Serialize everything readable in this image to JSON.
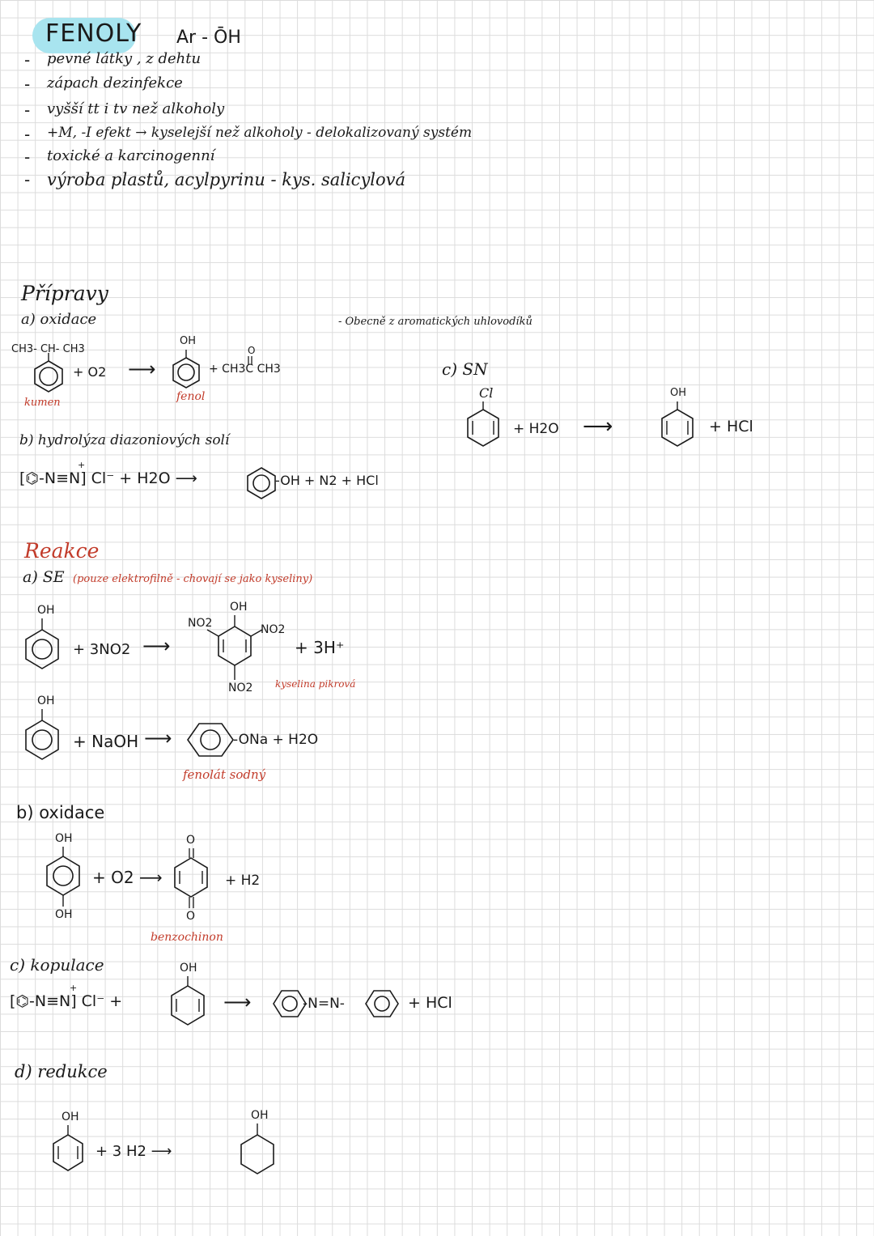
{
  "header": {
    "title": "FENOLY",
    "formula": "Ar - ŌH"
  },
  "notes": [
    "pevné látky ,  z dehtu",
    "zápach dezinfekce",
    "vyšší tt i tv než alkoholy",
    "+M, -I efekt → kyselejší než alkoholy - delokalizovaný systém",
    "toxické a karcinogenní",
    "výroba plastů, acylpyrinu - kys. salicylová"
  ],
  "pripravy": {
    "title": "Přípravy",
    "general_note": "- Obecně z aromatických uhlovodíků",
    "a": {
      "label": "a) oxidace",
      "cumene_chain": "CH3- CH- CH3",
      "plus_o2": "+ O2",
      "arrow": "⟶",
      "product_oh": "OH",
      "product_name": "fenol",
      "acetone_o": "O",
      "acetone": "+ CH3C CH3",
      "reactant_name": "kumen"
    },
    "b": {
      "label": "b) hydrolýza diazoniových solí",
      "reactant": "[⌬-N≡N] Cl⁻  + H2O ⟶",
      "product": "-OH + N2 + HCl",
      "plus_charge": "+"
    },
    "c": {
      "label": "c) SN",
      "cl": "Cl",
      "plus_water": "+  H2O",
      "arrow": "⟶",
      "oh": "OH",
      "hcl": "+ HCl"
    }
  },
  "reakce": {
    "title": "Reakce",
    "se": {
      "label": "a) SE",
      "note": "(pouze elektrofilně - chovají se jako kyseliny)",
      "oh1": "OH",
      "plus_no2": "+ 3NO2",
      "arrow": "⟶",
      "p_oh": "OH",
      "p_no2_left": "NO2",
      "p_no2_right": "NO2",
      "p_no2_bottom": "NO2",
      "p_h": "+ 3H⁺",
      "p_name": "kyselina pikrová",
      "oh2": "OH",
      "plus_naoh": "+ NaOH",
      "arrow2": "⟶",
      "ona": "-ONa  + H2O",
      "ona_name": "fenolát sodný"
    },
    "ox": {
      "label": "b) oxidace",
      "oh_top": "OH",
      "oh_bottom": "OH",
      "plus_o2": "+ O2 ⟶",
      "o_top": "O",
      "o_bottom": "O",
      "plus_h2": "+  H2",
      "name": "benzochinon"
    },
    "kop": {
      "label": "c) kopulace",
      "reactant": "[⌬-N≡N] Cl⁻  +",
      "plus_charge": "+",
      "oh": "OH",
      "arrow": "⟶",
      "azo": "-N=N-",
      "hcl": "+ HCl"
    },
    "red": {
      "label": "d) redukce",
      "oh": "OH",
      "plus_h2": "+   3 H2  ⟶",
      "p_oh": "OH"
    }
  }
}
